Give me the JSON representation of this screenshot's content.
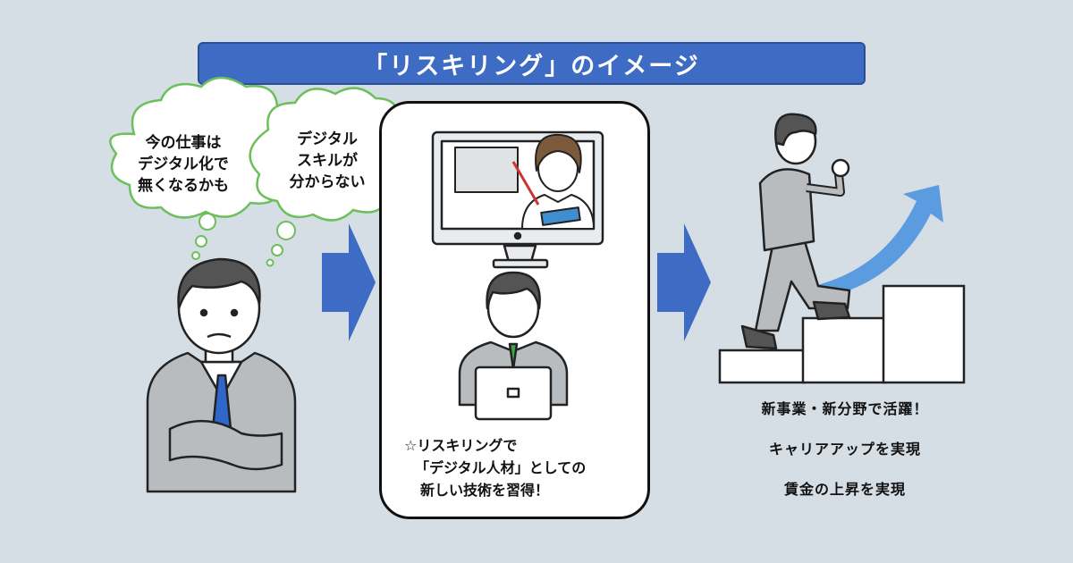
{
  "title": "「リスキリング」のイメージ",
  "worries": [
    {
      "text": "今の仕事は\nデジタル化で\n無くなるかも"
    },
    {
      "text": "デジタル\nスキルが\n分からない"
    }
  ],
  "reskilling": {
    "lines": [
      "☆リスキリングで",
      "「デジタル人材」としての",
      "新しい技術を習得！"
    ]
  },
  "results": [
    "新事業・新分野で活躍！",
    "キャリアアップを実現",
    "賃金の上昇を実現"
  ],
  "colors": {
    "background": "#d5dde5",
    "title_bar": "#3e6cc5",
    "arrow": "#3e6cc5",
    "bubble_border": "#6cbf5a",
    "growth_arrow": "#5b9be0",
    "suit": "#b9bcbf",
    "hair": "#545454",
    "skin": "#ffffff",
    "tie_blue": "#2f66c9",
    "tie_green": "#3aa84a"
  },
  "icons": [
    "worried-businessman-icon",
    "thought-bubble-icon",
    "computer-monitor-icon",
    "teacher-icon",
    "laptop-student-icon",
    "stairs-icon",
    "climbing-businessman-icon",
    "growth-arrow-icon",
    "right-arrow-icon"
  ]
}
